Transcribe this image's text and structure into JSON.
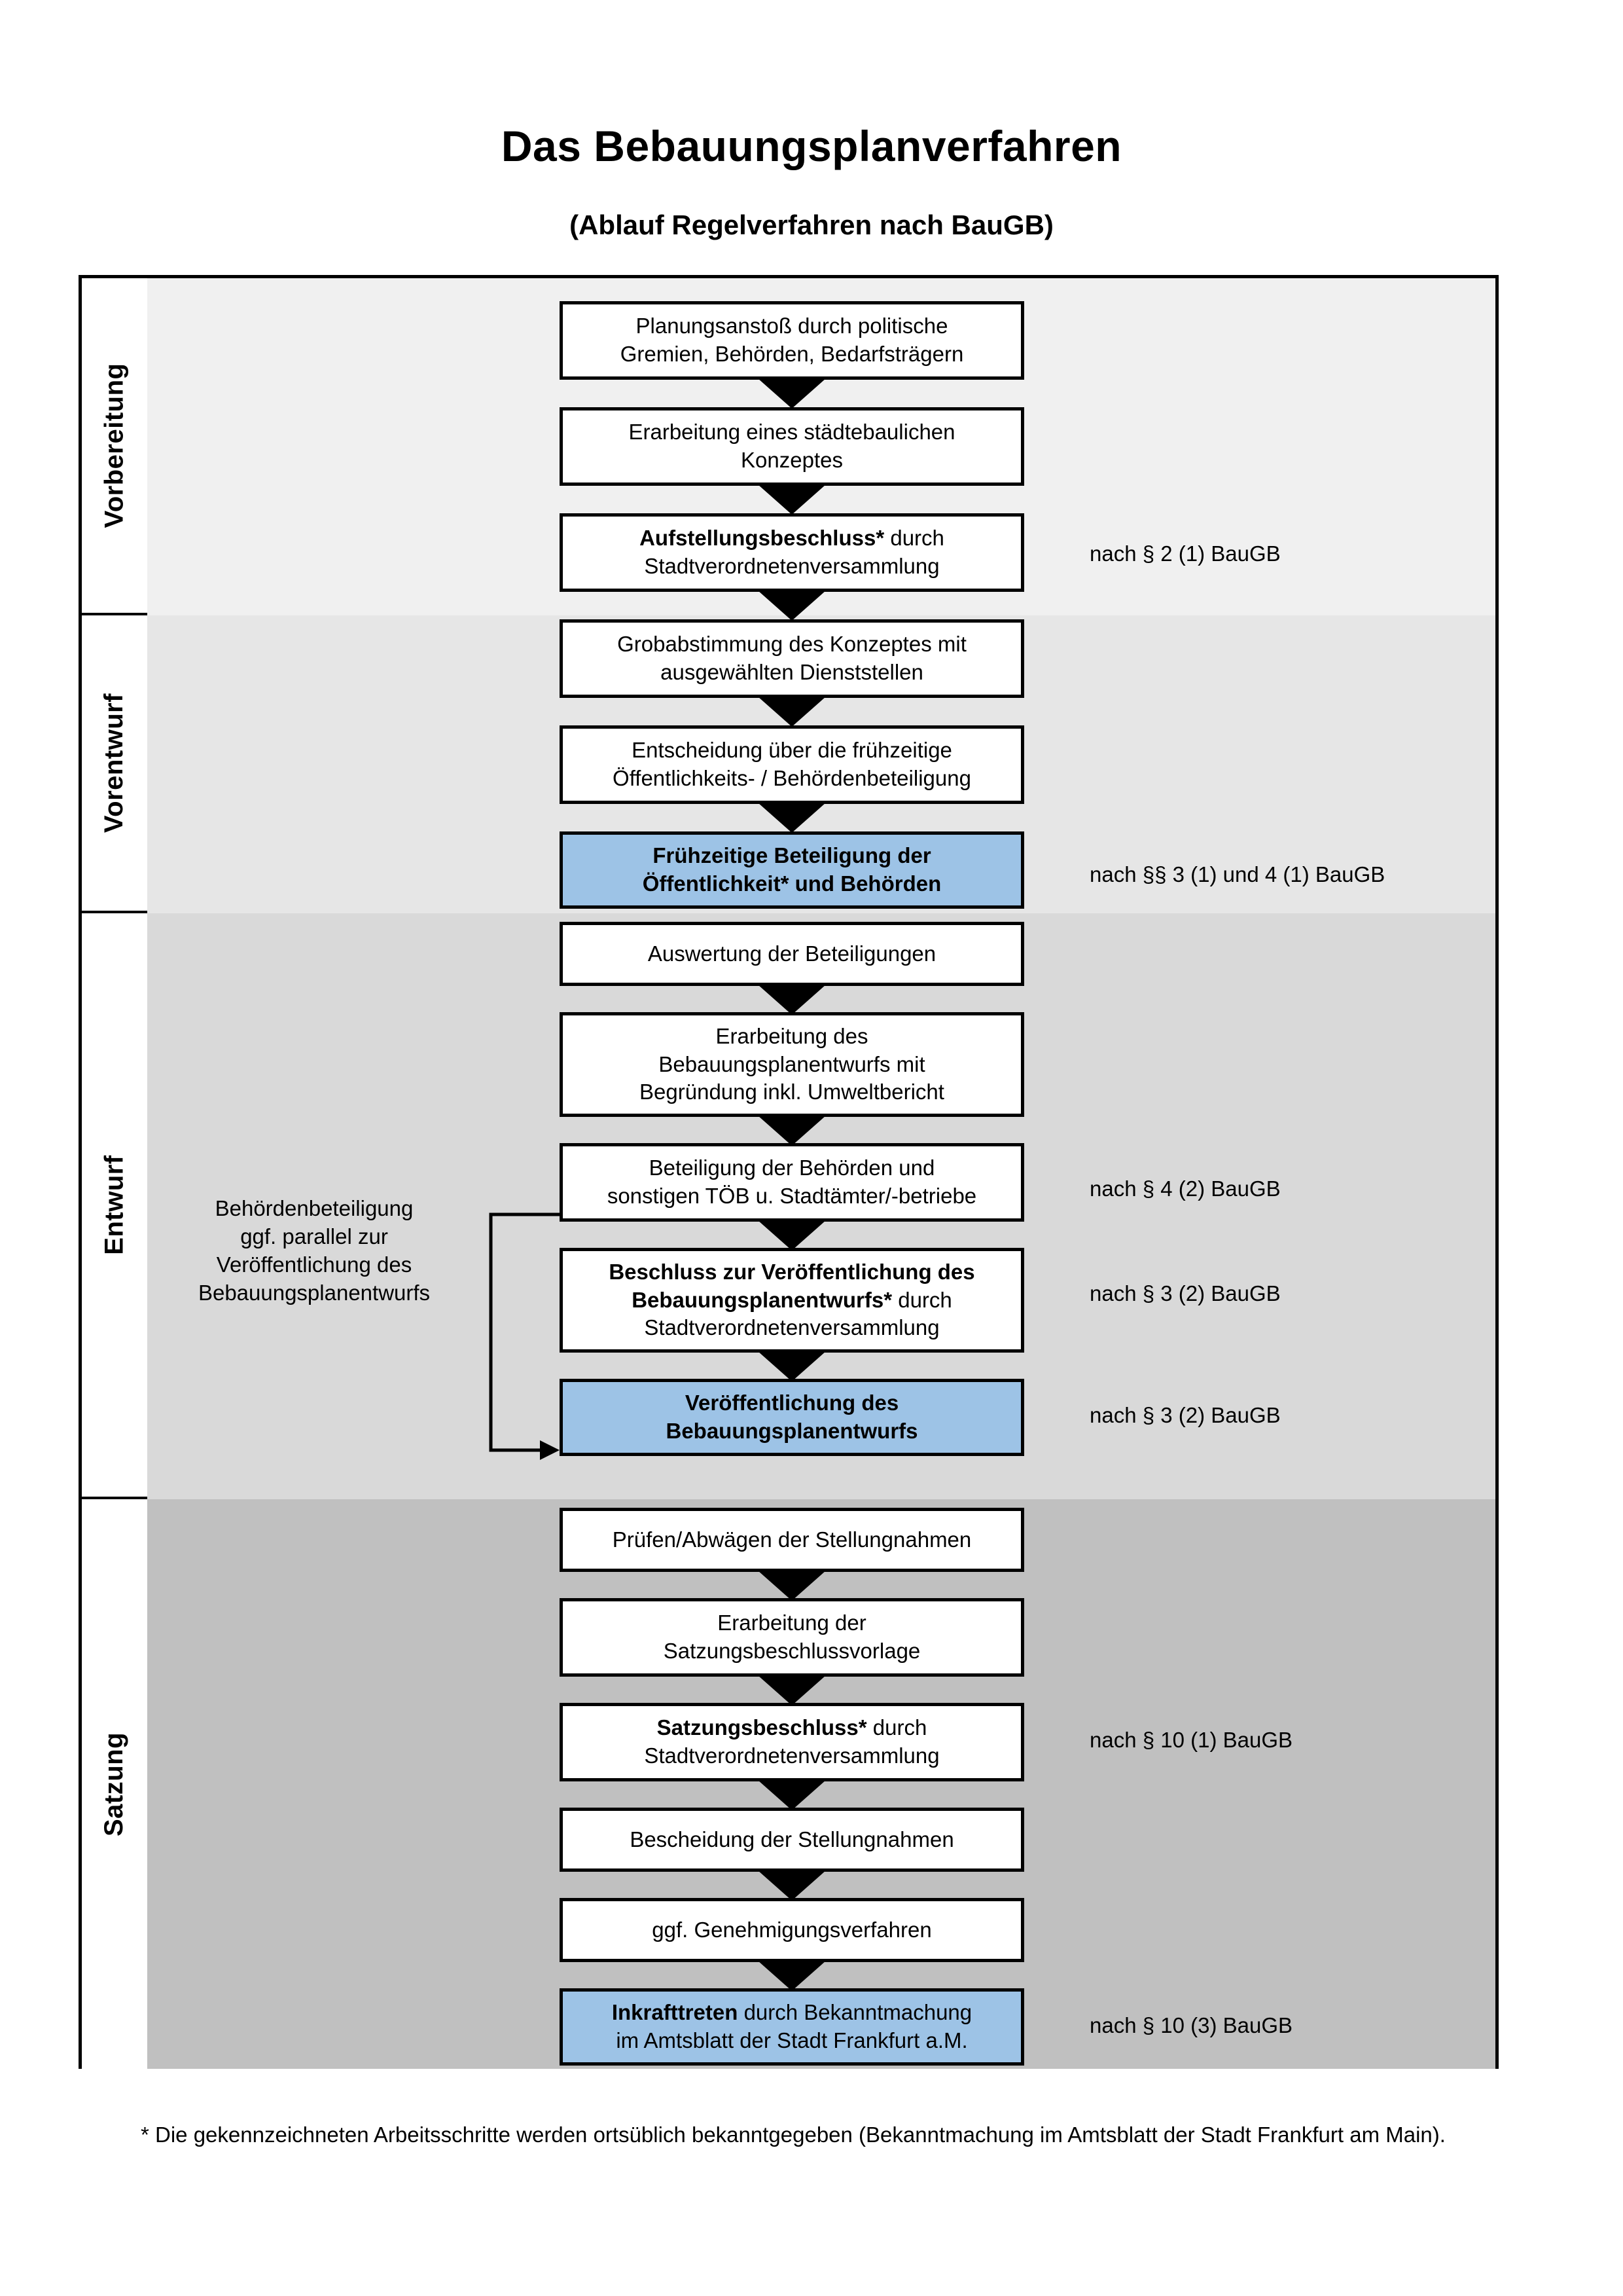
{
  "header": {
    "title": "Das Bebauungsplanverfahren",
    "subtitle": "(Ablauf Regelverfahren nach BauGB)"
  },
  "colors": {
    "highlight": "#9dc3e6",
    "band_vorbereitung": "#f0f0f0",
    "band_vorentwurf": "#e6e6e6",
    "band_entwurf": "#d9d9d9",
    "band_satzung": "#c0c0c0",
    "border": "#000000"
  },
  "phases": [
    {
      "label": "Vorbereitung"
    },
    {
      "label": "Vorentwurf"
    },
    {
      "label": "Entwurf"
    },
    {
      "label": "Satzung"
    }
  ],
  "steps": [
    {
      "id": "planungsanstoss",
      "lines": [
        "Planungsanstoß durch politische",
        "Gremien, Behörden, Bedarfsträgern"
      ],
      "bold_prefix": "",
      "highlight": false
    },
    {
      "id": "konzept",
      "lines": [
        "Erarbeitung eines städtebaulichen",
        "Konzeptes"
      ],
      "bold_prefix": "",
      "highlight": false
    },
    {
      "id": "aufstellungsbeschluss",
      "lines": [
        "Aufstellungsbeschluss* durch",
        "Stadtverordnetenversammlung"
      ],
      "bold_prefix": "Aufstellungsbeschluss*",
      "highlight": false
    },
    {
      "id": "grobabstimmung",
      "lines": [
        "Grobabstimmung des Konzeptes mit",
        "ausgewählten Dienststellen"
      ],
      "bold_prefix": "",
      "highlight": false
    },
    {
      "id": "entscheidung-fruehzeitig",
      "lines": [
        "Entscheidung über die frühzeitige",
        "Öffentlichkeits- / Behördenbeteiligung"
      ],
      "bold_prefix": "",
      "highlight": false
    },
    {
      "id": "fruehzeitige-beteiligung",
      "lines": [
        "Frühzeitige Beteiligung der",
        "Öffentlichkeit* und Behörden"
      ],
      "bold_prefix": "",
      "highlight": true
    },
    {
      "id": "auswertung",
      "lines": [
        "Auswertung der Beteiligungen"
      ],
      "bold_prefix": "",
      "highlight": false
    },
    {
      "id": "erarbeitung-entwurf",
      "lines": [
        "Erarbeitung des",
        "Bebauungsplanentwurfs mit",
        "Begründung inkl. Umweltbericht"
      ],
      "bold_prefix": "",
      "highlight": false
    },
    {
      "id": "beteiligung-behoerden",
      "lines": [
        "Beteiligung der Behörden und",
        "sonstigen TÖB u. Stadtämter/-betriebe"
      ],
      "bold_prefix": "",
      "highlight": false
    },
    {
      "id": "beschluss-veroeffentlichung",
      "lines": [
        "Beschluss zur Veröffentlichung des",
        "Bebauungsplanentwurfs* durch",
        "Stadtverordnetenversammlung"
      ],
      "bold_prefix": "Beschluss zur Veröffentlichung des Bebauungsplanentwurfs*",
      "highlight": false
    },
    {
      "id": "veroeffentlichung",
      "lines": [
        "Veröffentlichung des",
        "Bebauungsplanentwurfs"
      ],
      "bold_prefix": "",
      "highlight": true
    },
    {
      "id": "pruefen-abwaegen",
      "lines": [
        "Prüfen/Abwägen der Stellungnahmen"
      ],
      "bold_prefix": "",
      "highlight": false
    },
    {
      "id": "satzungsbeschlussvorlage",
      "lines": [
        "Erarbeitung der",
        "Satzungsbeschlussvorlage"
      ],
      "bold_prefix": "",
      "highlight": false
    },
    {
      "id": "satzungsbeschluss",
      "lines": [
        "Satzungsbeschluss* durch",
        "Stadtverordnetenversammlung"
      ],
      "bold_prefix": "Satzungsbeschluss*",
      "highlight": false
    },
    {
      "id": "bescheidung",
      "lines": [
        "Bescheidung der Stellungnahmen"
      ],
      "bold_prefix": "",
      "highlight": false
    },
    {
      "id": "genehmigungsverfahren",
      "lines": [
        "ggf. Genehmigungsverfahren"
      ],
      "bold_prefix": "",
      "highlight": false
    },
    {
      "id": "inkrafttreten",
      "lines": [
        "Inkrafttreten durch Bekanntmachung",
        "im Amtsblatt der Stadt Frankfurt a.M."
      ],
      "bold_prefix": "Inkrafttreten",
      "highlight": true
    }
  ],
  "step_text": {
    "planungsanstoss_l1": "Planungsanstoß durch politische",
    "planungsanstoss_l2": "Gremien, Behörden, Bedarfsträgern",
    "konzept_l1": "Erarbeitung eines städtebaulichen",
    "konzept_l2": "Konzeptes",
    "aufstellung_b": "Aufstellungsbeschluss*",
    "aufstellung_r": " durch",
    "aufstellung_l2": "Stadtverordnetenversammlung",
    "grob_l1": "Grobabstimmung des Konzeptes mit",
    "grob_l2": "ausgewählten Dienststellen",
    "entsch_l1": "Entscheidung über die frühzeitige",
    "entsch_l2": "Öffentlichkeits- / Behördenbeteiligung",
    "fruehz_l1": "Frühzeitige Beteiligung der",
    "fruehz_l2": "Öffentlichkeit* und Behörden",
    "auswertung_l1": "Auswertung der Beteiligungen",
    "erarb_l1": "Erarbeitung des",
    "erarb_l2": "Bebauungsplanentwurfs mit",
    "erarb_l3": "Begründung inkl. Umweltbericht",
    "toeb_l1": "Beteiligung der Behörden und",
    "toeb_l2": "sonstigen TÖB u. Stadtämter/-betriebe",
    "beschl_b1": "Beschluss zur Veröffentlichung des",
    "beschl_b2": "Bebauungsplanentwurfs*",
    "beschl_r": " durch",
    "beschl_l3": "Stadtverordnetenversammlung",
    "veroeff_l1": "Veröffentlichung des",
    "veroeff_l2": "Bebauungsplanentwurfs",
    "pruefen_l1": "Prüfen/Abwägen der Stellungnahmen",
    "satzvorlage_l1": "Erarbeitung der",
    "satzvorlage_l2": "Satzungsbeschlussvorlage",
    "satzbeschl_b": "Satzungsbeschluss*",
    "satzbeschl_r": " durch",
    "satzbeschl_l2": "Stadtverordnetenversammlung",
    "bescheidung_l1": "Bescheidung der Stellungnahmen",
    "genehm_l1": "ggf. Genehmigungsverfahren",
    "inkraft_b": "Inkrafttreten",
    "inkraft_r": " durch Bekanntmachung",
    "inkraft_l2": "im Amtsblatt der Stadt Frankfurt a.M."
  },
  "legal_refs": [
    {
      "id": "ref-aufstellungsbeschluss",
      "text": "nach § 2 (1) BauGB"
    },
    {
      "id": "ref-fruehzeitige-beteiligung",
      "text": "nach §§ 3 (1) und 4 (1) BauGB"
    },
    {
      "id": "ref-beteiligung-behoerden",
      "text": "nach § 4 (2) BauGB"
    },
    {
      "id": "ref-beschluss-veroeffentlichung",
      "text": "nach § 3 (2) BauGB"
    },
    {
      "id": "ref-veroeffentlichung",
      "text": "nach § 3 (2) BauGB"
    },
    {
      "id": "ref-satzungsbeschluss",
      "text": "nach § 10 (1) BauGB"
    },
    {
      "id": "ref-inkrafttreten",
      "text": "nach § 10 (3) BauGB"
    }
  ],
  "sidenote": {
    "l1": "Behördenbeteiligung",
    "l2": "ggf. parallel zur",
    "l3": "Veröffentlichung des",
    "l4": "Bebauungsplanentwurfs"
  },
  "footnote": {
    "text": "* Die gekennzeichneten Arbeitsschritte werden ortsüblich bekanntgegeben (Bekanntmachung im Amtsblatt  der Stadt Frankfurt am Main)."
  }
}
